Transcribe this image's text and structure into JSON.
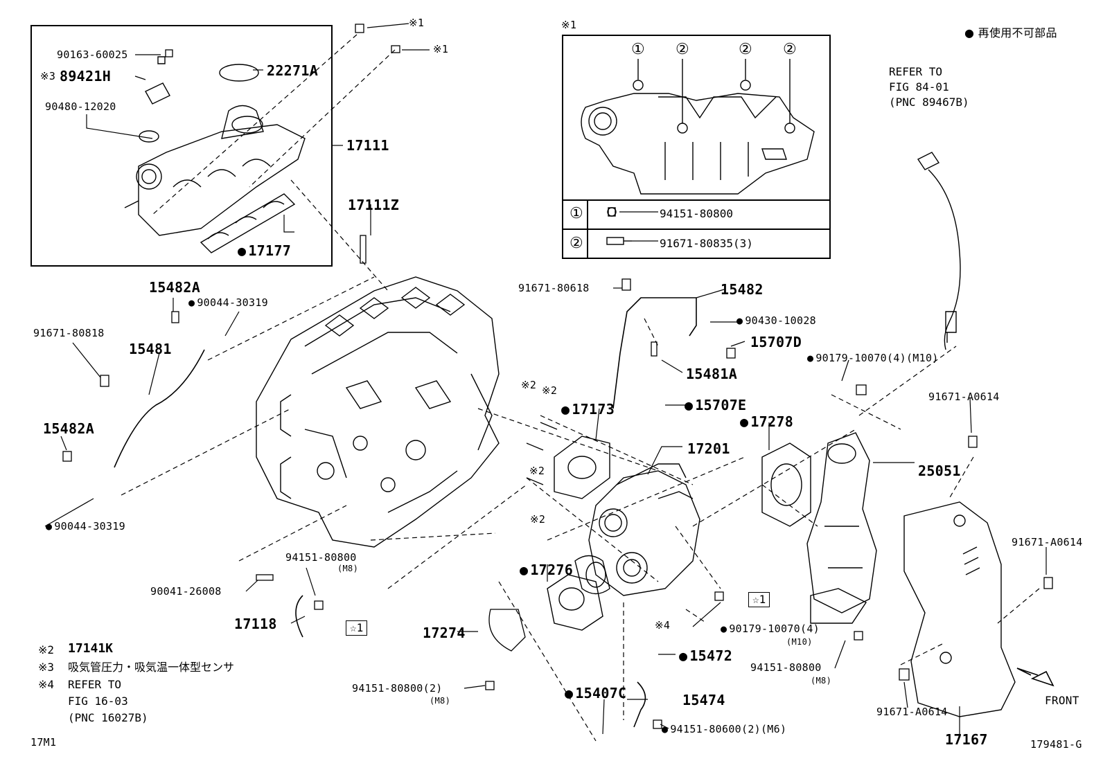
{
  "legend_top_right": "● 再使用不可部品",
  "inset1": {
    "mark": "※1",
    "rows": [
      {
        "num": "①",
        "part": "94151-80800"
      },
      {
        "num": "②",
        "part": "91671-80835(3)"
      }
    ],
    "callouts": [
      "①",
      "②",
      "②",
      "②"
    ]
  },
  "refer_sensor": [
    "REFER TO",
    "FIG 84-01",
    "(PNC 89467B)"
  ],
  "labels": {
    "p90163": "90163-60025",
    "p89421h": "89421H",
    "p89421h_mark": "※3",
    "p90480": "90480-12020",
    "p22271a": "22271A",
    "p17111": "17111",
    "p17177": "17177",
    "p17111z": "17111Z",
    "mark1a": "※1",
    "mark1b": "※1",
    "p15482a_top": "15482A",
    "p90044_top": "90044-30319",
    "p91671_80818": "91671-80818",
    "p15481": "15481",
    "p15482a_left": "15482A",
    "p90044_bot": "90044-30319",
    "p91671_80618": "91671-80618",
    "p15482": "15482",
    "p90430": "90430-10028",
    "p15707d": "15707D",
    "p15481a": "15481A",
    "p15707e": "15707E",
    "p17173": "17173",
    "mark2a": "※2",
    "mark2b": "※2",
    "mark2c": "※2",
    "mark2d": "※2",
    "p17201": "17201",
    "p17278": "17278",
    "p90179_top": "90179-10070(4)(M10)",
    "p91671_a0614_a": "91671-A0614",
    "p25051": "25051",
    "p91671_a0614_b": "91671-A0614",
    "p17276": "17276",
    "p94151_m8a": "94151-80800",
    "p94151_m8a_sub": "(M8)",
    "p90041": "90041-26008",
    "p17118": "17118",
    "star1a": "☆1",
    "star1b": "☆1",
    "p17274": "17274",
    "mark4": "※4",
    "p90179_bot": "90179-10070(4)",
    "p90179_bot_sub": "(M10)",
    "p15472": "15472",
    "p94151_m8b": "94151-80800",
    "p94151_m8b_sub": "(M8)",
    "p94151_2": "94151-80800(2)",
    "p94151_2_sub": "(M8)",
    "p15407c": "15407C",
    "p15474": "15474",
    "p94151_80600": "94151-80600(2)(M6)",
    "p91671_a0614_c": "91671-A0614",
    "p17167": "17167",
    "front": "FRONT"
  },
  "notes": [
    {
      "mark": "※2",
      "text": "17141K"
    },
    {
      "mark": "※3",
      "text": "吸気管圧力・吸気温一体型センサ"
    },
    {
      "mark": "※4",
      "text": "REFER TO"
    },
    {
      "mark": "",
      "text": "FIG 16-03"
    },
    {
      "mark": "",
      "text": "(PNC 16027B)"
    }
  ],
  "footer_left": "17M1",
  "footer_right": "179481-G"
}
